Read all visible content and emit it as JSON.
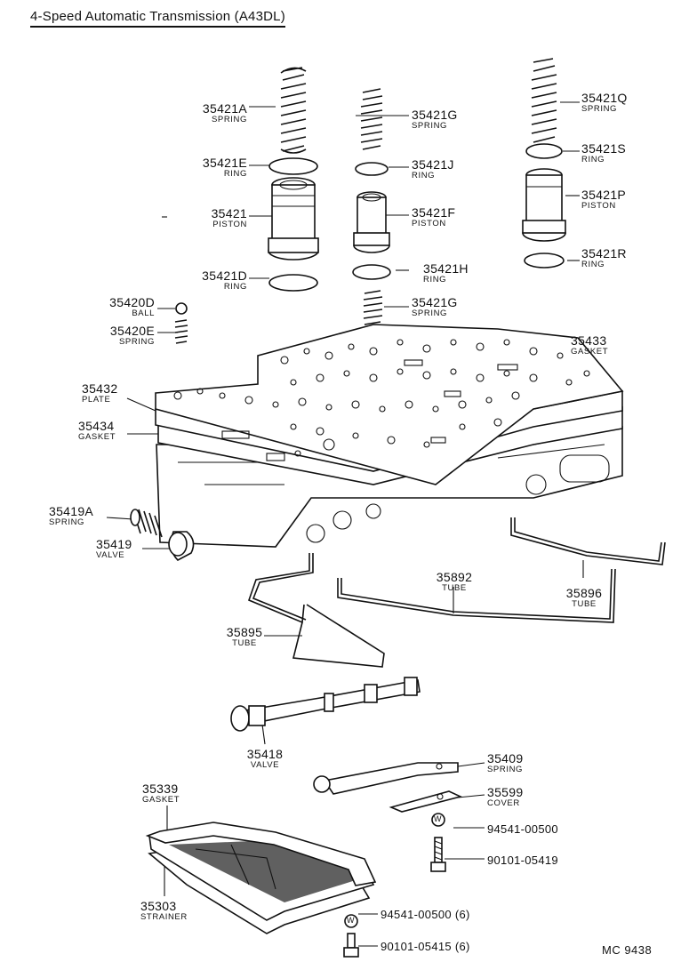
{
  "title": "4-Speed Automatic Transmission (A43DL)",
  "diagram_code": "MC  9438",
  "parts": [
    {
      "id": "p35421A",
      "number": "35421A",
      "name": "SPRING"
    },
    {
      "id": "p35421G_top",
      "number": "35421G",
      "name": "SPRING"
    },
    {
      "id": "p35421Q",
      "number": "35421Q",
      "name": "SPRING"
    },
    {
      "id": "p35421E",
      "number": "35421E",
      "name": "RING"
    },
    {
      "id": "p35421J",
      "number": "35421J",
      "name": "RING"
    },
    {
      "id": "p35421S",
      "number": "35421S",
      "name": "RING"
    },
    {
      "id": "p35421",
      "number": "35421",
      "name": "PISTON"
    },
    {
      "id": "p35421F",
      "number": "35421F",
      "name": "PISTON"
    },
    {
      "id": "p35421P",
      "number": "35421P",
      "name": "PISTON"
    },
    {
      "id": "p35421D",
      "number": "35421D",
      "name": "RING"
    },
    {
      "id": "p35421H",
      "number": "35421H",
      "name": "RING"
    },
    {
      "id": "p35421R",
      "number": "35421R",
      "name": "RING"
    },
    {
      "id": "p35421G_bot",
      "number": "35421G",
      "name": "SPRING"
    },
    {
      "id": "p35420D",
      "number": "35420D",
      "name": "BALL"
    },
    {
      "id": "p35420E",
      "number": "35420E",
      "name": "SPRING"
    },
    {
      "id": "p35433",
      "number": "35433",
      "name": "GASKET"
    },
    {
      "id": "p35432",
      "number": "35432",
      "name": "PLATE"
    },
    {
      "id": "p35434",
      "number": "35434",
      "name": "GASKET"
    },
    {
      "id": "p35419A",
      "number": "35419A",
      "name": "SPRING"
    },
    {
      "id": "p35419",
      "number": "35419",
      "name": "VALVE"
    },
    {
      "id": "p35892",
      "number": "35892",
      "name": "TUBE"
    },
    {
      "id": "p35896",
      "number": "35896",
      "name": "TUBE"
    },
    {
      "id": "p35895",
      "number": "35895",
      "name": "TUBE"
    },
    {
      "id": "p35418",
      "number": "35418",
      "name": "VALVE"
    },
    {
      "id": "p35409",
      "number": "35409",
      "name": "SPRING"
    },
    {
      "id": "p35599",
      "number": "35599",
      "name": "COVER"
    },
    {
      "id": "p35339",
      "number": "35339",
      "name": "GASKET"
    },
    {
      "id": "p35303",
      "number": "35303",
      "name": "STRAINER"
    }
  ],
  "hardware": [
    {
      "id": "h1",
      "number": "94541-00500"
    },
    {
      "id": "h2",
      "number": "90101-05419"
    },
    {
      "id": "h3",
      "number": "94541-00500 (6)"
    },
    {
      "id": "h4",
      "number": "90101-05415 (6)"
    }
  ],
  "washer_mark": "W"
}
